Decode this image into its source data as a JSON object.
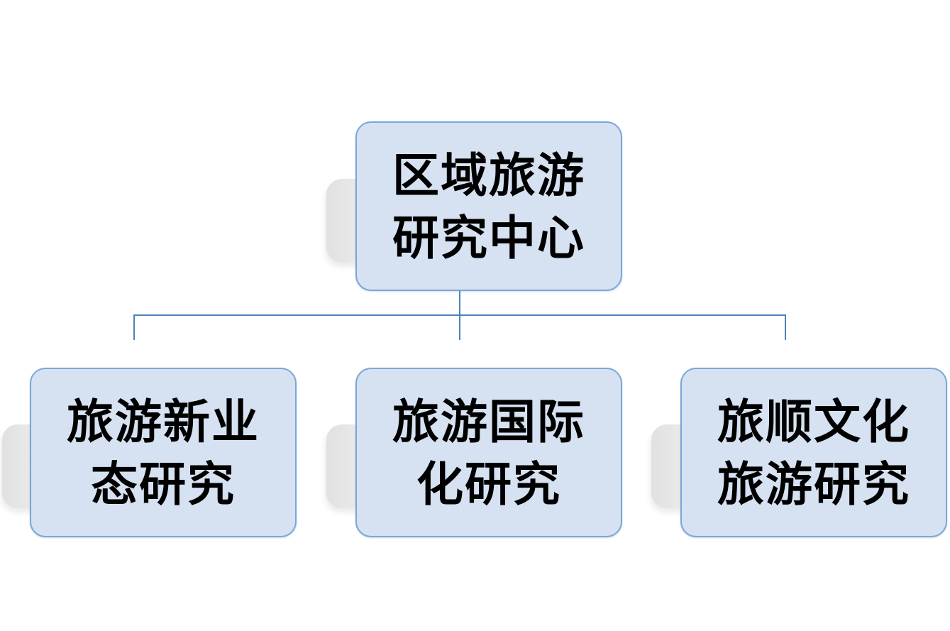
{
  "diagram": {
    "root": {
      "lines": [
        "区域旅游",
        "研究中心"
      ]
    },
    "children": [
      {
        "lines": [
          "旅游新业",
          "态研究"
        ]
      },
      {
        "lines": [
          "旅游国际",
          "化研究"
        ]
      },
      {
        "lines": [
          "旅顺文化",
          "旅游研究"
        ]
      }
    ]
  },
  "colors": {
    "node_fill": "#d6e1f1",
    "node_border": "#7aa7d9",
    "connector": "#4f81bd",
    "text": "#000000"
  }
}
